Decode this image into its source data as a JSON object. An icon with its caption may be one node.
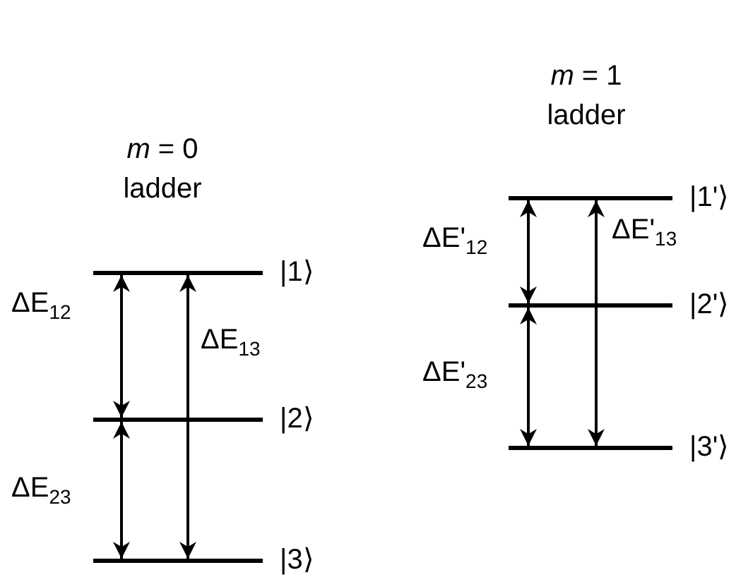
{
  "diagram": {
    "nodes": [
      {
        "text": [],
        "shape": "bar",
        "beside": [
          "|1⟩"
        ]
      },
      {
        "text": [],
        "shape": "bar",
        "beside": [
          "|2⟩"
        ]
      },
      {
        "text": [],
        "shape": "bar",
        "beside": [
          "|3⟩"
        ]
      },
      {
        "text": [],
        "shape": "bar",
        "beside": [
          "|1'⟩"
        ]
      },
      {
        "text": [],
        "shape": "bar",
        "beside": [
          "|2'⟩"
        ]
      },
      {
        "text": [],
        "shape": "bar",
        "beside": [
          "|3'⟩"
        ]
      }
    ],
    "edges": [
      {
        "from": 0,
        "to": 1,
        "arrow": "both",
        "label": "ΔE$_{12}$"
      },
      {
        "from": 0,
        "to": 2,
        "arrow": "both",
        "label": "ΔE$_{13}$"
      },
      {
        "from": 1,
        "to": 2,
        "arrow": "both",
        "label": "ΔE$_{23}$"
      },
      {
        "from": 3,
        "to": 4,
        "arrow": "both",
        "label": "ΔE'$_{12}$"
      },
      {
        "from": 3,
        "to": 5,
        "arrow": "both",
        "label": "ΔE'$_{13}$"
      },
      {
        "from": 4,
        "to": 5,
        "arrow": "both",
        "label": "ΔE'$_{23}$"
      }
    ],
    "labels": [
      "*m* = 0 ladder",
      "*m* = 1 ladder"
    ]
  }
}
